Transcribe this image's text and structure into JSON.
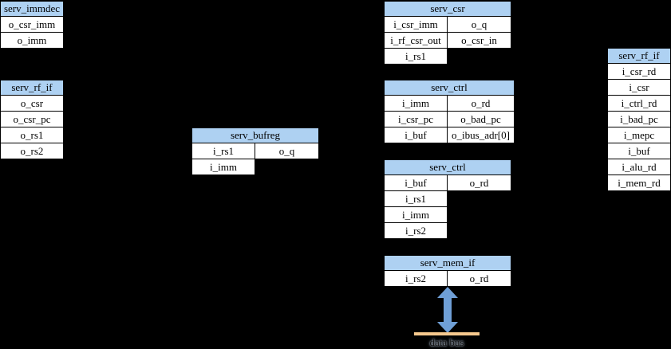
{
  "diagram": {
    "background": "#000000",
    "header_fill": "#aed1f2",
    "cell_fill": "#ffffff",
    "border_color": "#000000",
    "arrow_color": "#6f9fd6",
    "bus_color": "#f6c98e",
    "bus_label": "data bus"
  },
  "blocks": {
    "immdec": {
      "title": "serv_immdec",
      "ports": [
        "o_csr_imm",
        "o_imm"
      ]
    },
    "rf_if_left": {
      "title": "serv_rf_if",
      "ports": [
        "o_csr",
        "o_csr_pc",
        "o_rs1",
        "o_rs2"
      ]
    },
    "bufreg": {
      "title": "serv_bufreg",
      "inputs": [
        "i_rs1",
        "i_imm"
      ],
      "outputs": [
        "o_q"
      ]
    },
    "csr": {
      "title": "serv_csr",
      "inputs": [
        "i_csr_imm",
        "i_rf_csr_out",
        "i_rs1"
      ],
      "outputs": [
        "o_q",
        "o_csr_in"
      ]
    },
    "ctrl1": {
      "title": "serv_ctrl",
      "inputs": [
        "i_imm",
        "i_csr_pc",
        "i_buf"
      ],
      "outputs": [
        "o_rd",
        "o_bad_pc",
        "o_ibus_adr[0]"
      ]
    },
    "ctrl2": {
      "title": "serv_ctrl",
      "inputs": [
        "i_buf",
        "i_rs1",
        "i_imm",
        "i_rs2"
      ],
      "outputs": [
        "o_rd"
      ]
    },
    "mem_if": {
      "title": "serv_mem_if",
      "inputs": [
        "i_rs2"
      ],
      "outputs": [
        "o_rd"
      ]
    },
    "rf_if_right": {
      "title": "serv_rf_if",
      "ports": [
        "i_csr_rd",
        "i_csr",
        "i_ctrl_rd",
        "i_bad_pc",
        "i_mepc",
        "i_buf",
        "i_alu_rd",
        "i_mem_rd"
      ]
    }
  }
}
